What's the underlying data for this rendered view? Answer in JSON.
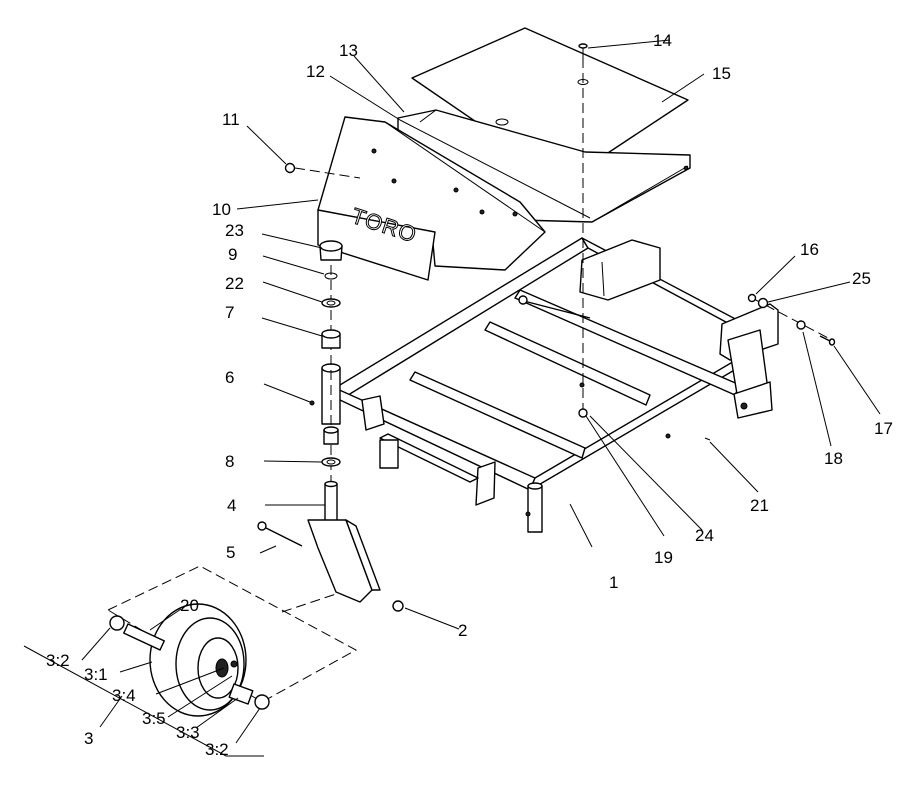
{
  "logo_text": "TORO",
  "callouts": [
    "1",
    "2",
    "3",
    "3:1",
    "3:2",
    "3:2",
    "3:3",
    "3:4",
    "3:5",
    "4",
    "5",
    "6",
    "7",
    "8",
    "9",
    "10",
    "11",
    "12",
    "13",
    "14",
    "15",
    "16",
    "17",
    "18",
    "19",
    "20",
    "21",
    "22",
    "23",
    "24",
    "25"
  ]
}
